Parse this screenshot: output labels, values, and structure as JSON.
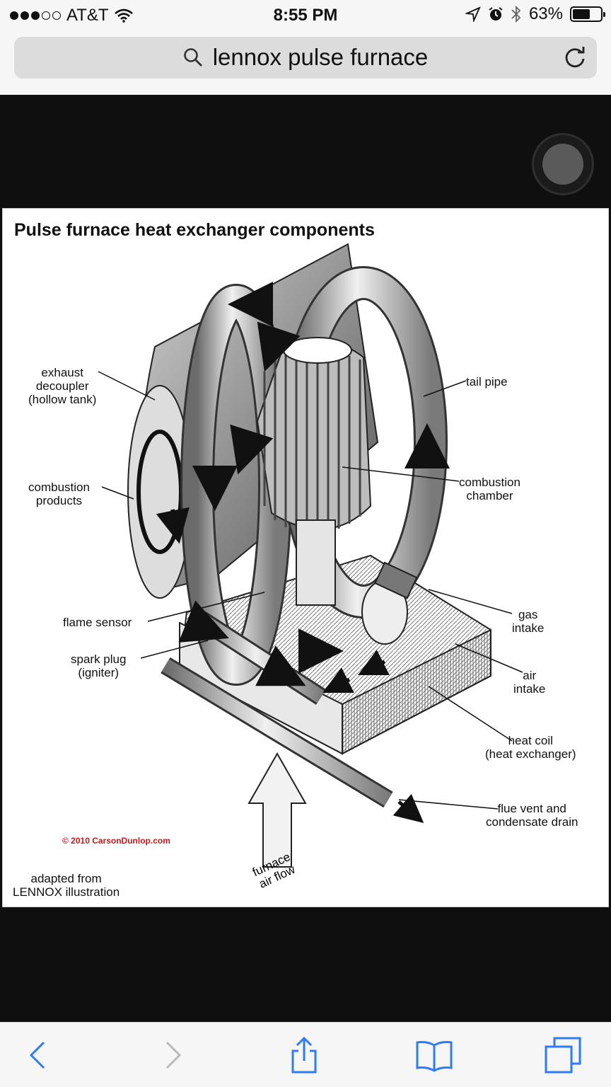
{
  "status_bar": {
    "carrier": "AT&T",
    "time": "8:55 PM",
    "battery": "63%",
    "battery_level": 0.63
  },
  "url_bar": {
    "query": "lennox pulse furnace"
  },
  "figure": {
    "title": "Pulse furnace heat exchanger components",
    "labels": {
      "exhaust_decoupler": "exhaust\ndecoupler\n(hollow tank)",
      "combustion_products": "combustion\nproducts",
      "flame_sensor": "flame sensor",
      "spark_plug": "spark plug\n(igniter)",
      "tail_pipe": "tail pipe",
      "combustion_chamber": "combustion\nchamber",
      "gas_intake": "gas\nintake",
      "air_intake": "air\nintake",
      "heat_coil": "heat coil\n(heat exchanger)",
      "flue_vent": "flue vent and\ncondensate drain",
      "furnace_air_flow": "furnace\nair flow",
      "copyright": "© 2010 CarsonDunlop.com",
      "adapted": "adapted from\nLENNOX illustration"
    }
  },
  "toolbar": {
    "icons": [
      "back-icon",
      "forward-icon",
      "share-icon",
      "bookmarks-icon",
      "tabs-icon"
    ]
  },
  "colors": {
    "ios_blue": "#2f7bf6",
    "copyright_red": "#c21a1a"
  }
}
